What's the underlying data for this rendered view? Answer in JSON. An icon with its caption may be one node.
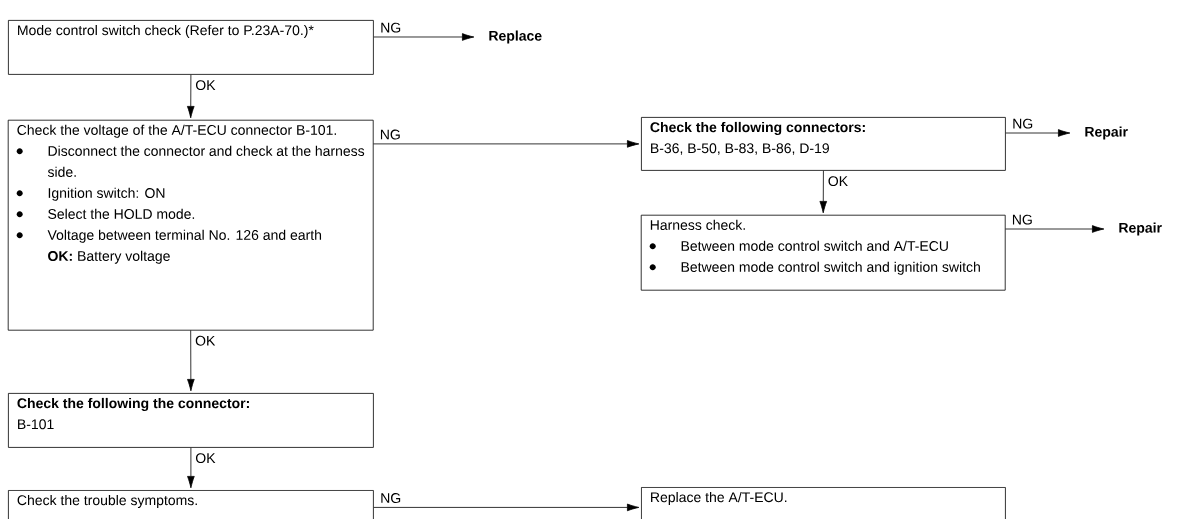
{
  "diagram": {
    "nodes": [
      {
        "text": [
          "Mode control switch check (Refer to P.23A-70.)*"
        ]
      },
      {
        "text": [
          "Replace"
        ]
      },
      {
        "text": [
          "Check the voltage of the A/T-ECU connector B-101.",
          "Disconnect the connector and check at the harness side.",
          "Ignition switch: ON",
          "Select the HOLD mode.",
          "Voltage between terminal No. 126 and earth",
          "**OK:** Battery voltage"
        ]
      },
      {
        "text": [
          "Check the following connectors:",
          "B-36, B-50, B-83, B-86, D-19"
        ]
      },
      {
        "text": [
          "Repair"
        ]
      },
      {
        "text": [
          "Harness check.",
          "Between mode control switch and A/T-ECU",
          "Between mode control switch and ignition switch"
        ]
      },
      {
        "text": [
          "Repair"
        ]
      },
      {
        "text": [
          "Check the following the connector:",
          "B-101"
        ]
      },
      {
        "text": [
          "Check the trouble symptoms."
        ]
      },
      {
        "text": [
          "Replace the A/T-ECU."
        ]
      }
    ],
    "edges": [
      {
        "from": 0,
        "to": 1,
        "arrow": "to",
        "label": "NG"
      },
      {
        "from": 0,
        "to": 2,
        "arrow": "to",
        "label": "OK"
      },
      {
        "from": 2,
        "to": 3,
        "arrow": "to",
        "label": "NG"
      },
      {
        "from": 3,
        "to": 4,
        "arrow": "to",
        "label": "NG"
      },
      {
        "from": 3,
        "to": 5,
        "arrow": "to",
        "label": "OK"
      },
      {
        "from": 5,
        "to": 6,
        "arrow": "to",
        "label": "NG"
      },
      {
        "from": 2,
        "to": 7,
        "arrow": "to",
        "label": "OK"
      },
      {
        "from": 7,
        "to": 8,
        "arrow": "to",
        "label": "OK"
      },
      {
        "from": 8,
        "to": 9,
        "arrow": "to",
        "label": "NG"
      }
    ]
  }
}
